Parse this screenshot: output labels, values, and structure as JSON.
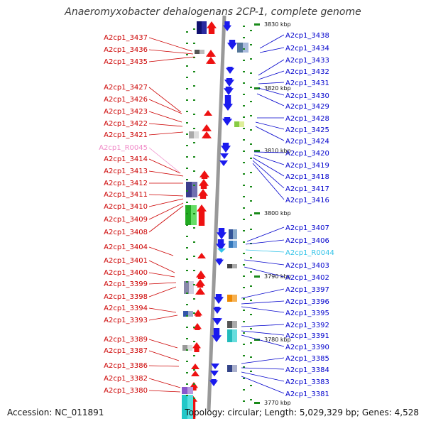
{
  "title": "Anaeromyxobacter dehalogenans 2CP-1, complete genome",
  "footer": {
    "accession": "Accession: NC_011891",
    "summary": "Topology: circular; Length: 5,029,329 bp; Genes: 4,528"
  },
  "scale_ticks": [
    "3830 kbp",
    "3820 kbp",
    "3810 kbp",
    "3800 kbp",
    "3790 kbp",
    "3780 kbp",
    "3770 kbp"
  ],
  "left_labels": [
    {
      "label": "A2cp1_3437"
    },
    {
      "label": "A2cp1_3436"
    },
    {
      "label": "A2cp1_3435"
    },
    {
      "label": "A2cp1_3427"
    },
    {
      "label": "A2cp1_3426"
    },
    {
      "label": "A2cp1_3423"
    },
    {
      "label": "A2cp1_3422"
    },
    {
      "label": "A2cp1_3421"
    },
    {
      "label": "A2cp1_R0045",
      "color": "#f08ac8"
    },
    {
      "label": "A2cp1_3414"
    },
    {
      "label": "A2cp1_3413"
    },
    {
      "label": "A2cp1_3412"
    },
    {
      "label": "A2cp1_3411"
    },
    {
      "label": "A2cp1_3410"
    },
    {
      "label": "A2cp1_3409"
    },
    {
      "label": "A2cp1_3408"
    },
    {
      "label": "A2cp1_3404"
    },
    {
      "label": "A2cp1_3401"
    },
    {
      "label": "A2cp1_3400"
    },
    {
      "label": "A2cp1_3399"
    },
    {
      "label": "A2cp1_3398"
    },
    {
      "label": "A2cp1_3394"
    },
    {
      "label": "A2cp1_3393"
    },
    {
      "label": "A2cp1_3389"
    },
    {
      "label": "A2cp1_3387"
    },
    {
      "label": "A2cp1_3386"
    },
    {
      "label": "A2cp1_3382"
    },
    {
      "label": "A2cp1_3380"
    }
  ],
  "right_labels": [
    {
      "label": "A2cp1_3438"
    },
    {
      "label": "A2cp1_3434"
    },
    {
      "label": "A2cp1_3433"
    },
    {
      "label": "A2cp1_3432"
    },
    {
      "label": "A2cp1_3431"
    },
    {
      "label": "A2cp1_3430"
    },
    {
      "label": "A2cp1_3429"
    },
    {
      "label": "A2cp1_3428"
    },
    {
      "label": "A2cp1_3425"
    },
    {
      "label": "A2cp1_3424"
    },
    {
      "label": "A2cp1_3420"
    },
    {
      "label": "A2cp1_3419"
    },
    {
      "label": "A2cp1_3418"
    },
    {
      "label": "A2cp1_3417"
    },
    {
      "label": "A2cp1_3416"
    },
    {
      "label": "A2cp1_3407"
    },
    {
      "label": "A2cp1_3406"
    },
    {
      "label": "A2cp1_R0044",
      "color": "#33c3e8"
    },
    {
      "label": "A2cp1_3403"
    },
    {
      "label": "A2cp1_3402"
    },
    {
      "label": "A2cp1_3397"
    },
    {
      "label": "A2cp1_3396"
    },
    {
      "label": "A2cp1_3395"
    },
    {
      "label": "A2cp1_3392"
    },
    {
      "label": "A2cp1_3391"
    },
    {
      "label": "A2cp1_3390"
    },
    {
      "label": "A2cp1_3385"
    },
    {
      "label": "A2cp1_3384"
    },
    {
      "label": "A2cp1_3383"
    },
    {
      "label": "A2cp1_3381"
    }
  ],
  "colors": {
    "forward_strand": "#ee1111",
    "reverse_strand": "#1a1aee",
    "left_label": "#cc0000",
    "right_label": "#0000cc",
    "backbone": "#999999",
    "tick": "#1a8a1a"
  }
}
